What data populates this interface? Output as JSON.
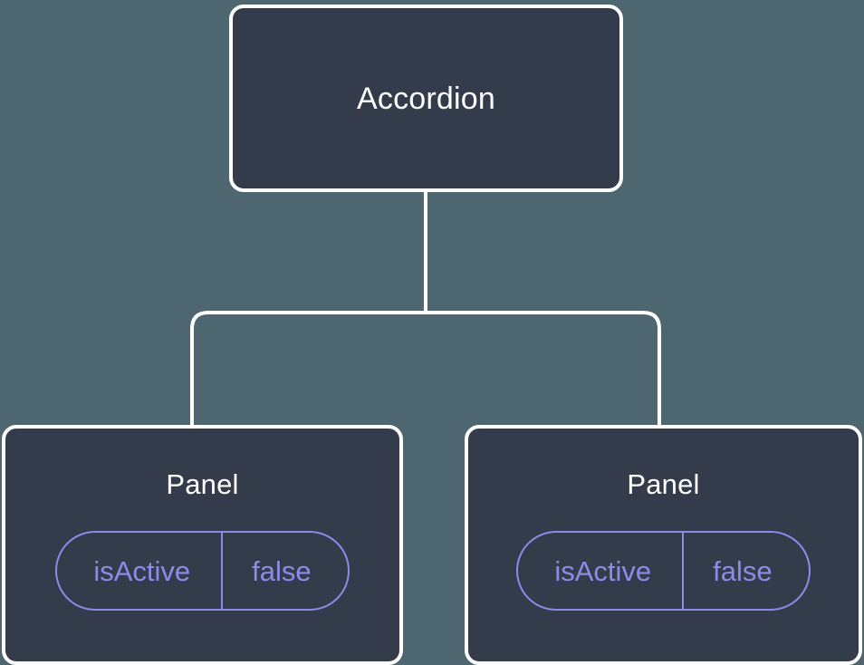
{
  "diagram": {
    "background_color": "#4d666f",
    "node_fill_color": "#343b4a",
    "node_border_color": "#ffffff",
    "edge_color": "#ffffff",
    "accent_color": "#8b8ce8",
    "root": {
      "label": "Accordion"
    },
    "children": [
      {
        "label": "Panel",
        "state": {
          "key": "isActive",
          "value": "false"
        }
      },
      {
        "label": "Panel",
        "state": {
          "key": "isActive",
          "value": "false"
        }
      }
    ]
  }
}
